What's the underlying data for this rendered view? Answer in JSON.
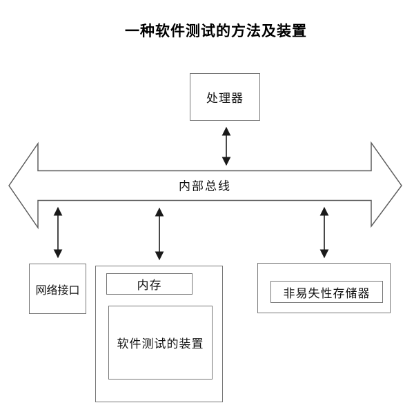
{
  "title": "一种软件测试的方法及装置",
  "nodes": {
    "processor": "处理器",
    "bus": "内部总线",
    "network_interface": "网络接口",
    "memory": "内存",
    "software_testing_device": "软件测试的装置",
    "non_volatile_memory": "非易失性存储器"
  },
  "connections": [
    {
      "from": "processor",
      "to": "bus",
      "type": "double-arrow"
    },
    {
      "from": "bus",
      "to": "network_interface",
      "type": "double-arrow"
    },
    {
      "from": "bus",
      "to": "memory",
      "type": "double-arrow"
    },
    {
      "from": "bus",
      "to": "non_volatile_memory",
      "type": "double-arrow"
    }
  ],
  "colors": {
    "background": "#ffffff",
    "box_border": "#757575",
    "bus_outline": "#5e5e5e",
    "arrow": "#1a1a1a",
    "text": "#111111"
  }
}
